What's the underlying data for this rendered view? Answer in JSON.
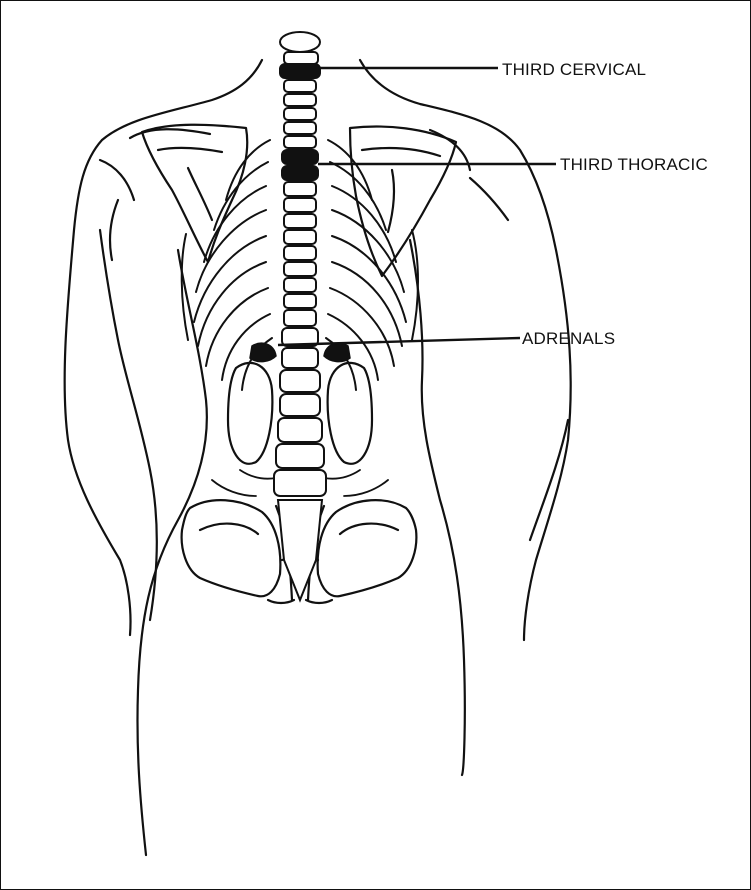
{
  "labels": {
    "third_cervical": "THIRD CERVICAL",
    "third_thoracic": "THIRD THORACIC",
    "adrenals": "ADRENALS"
  },
  "colors": {
    "ink": "#111111",
    "background": "#ffffff"
  }
}
